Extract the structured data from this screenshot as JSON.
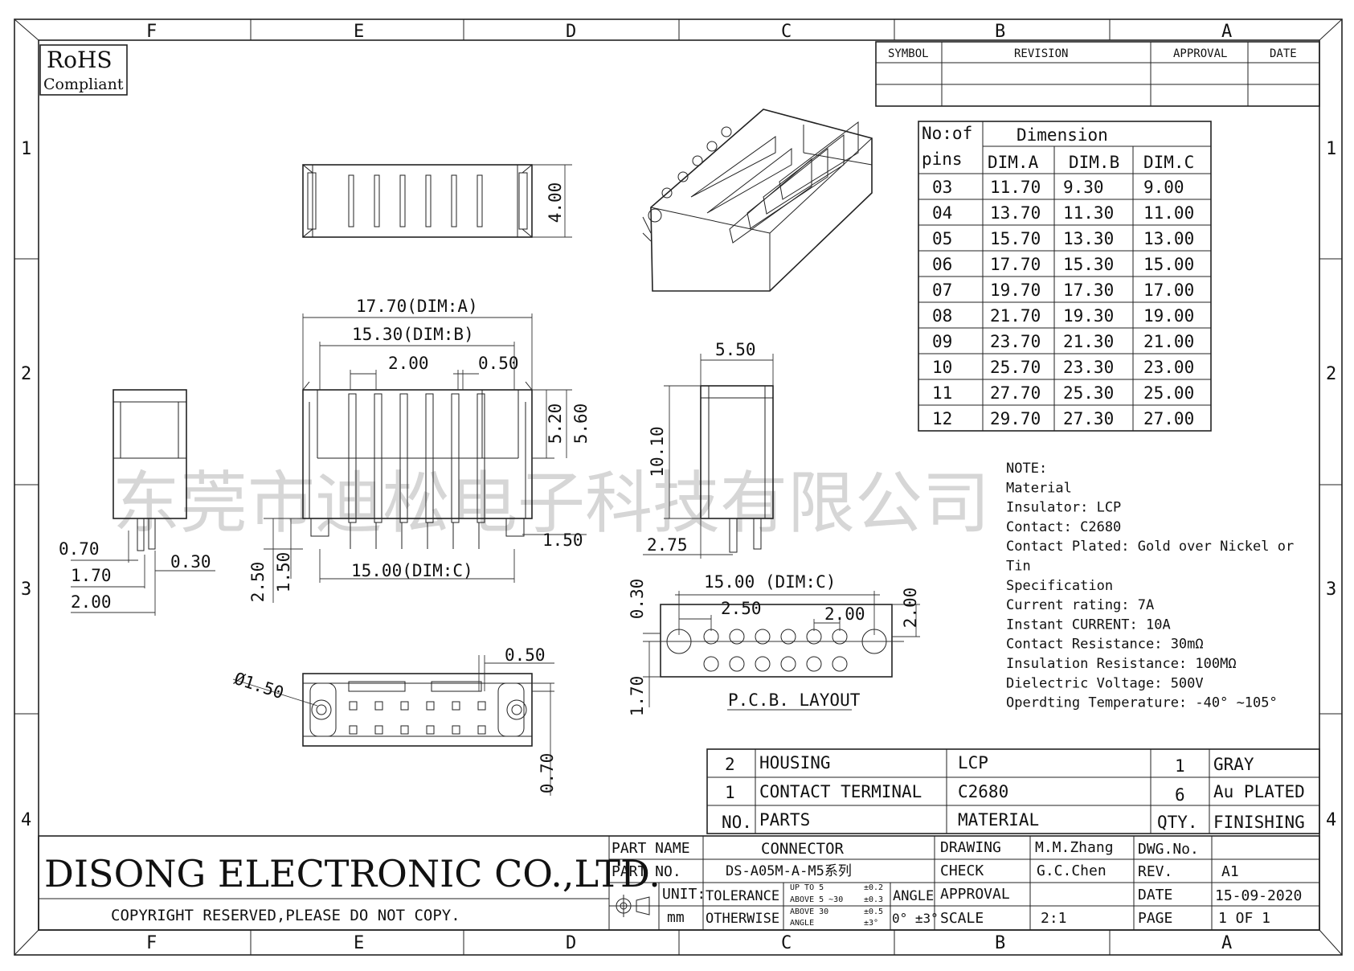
{
  "rohs": {
    "line1": "RoHS",
    "line2": "Compliant"
  },
  "columns": [
    "F",
    "E",
    "D",
    "C",
    "B",
    "A"
  ],
  "rows": [
    "1",
    "2",
    "3",
    "4"
  ],
  "revision_headers": [
    "SYMBOL",
    "REVISION",
    "APPROVAL",
    "DATE"
  ],
  "watermark": "东莞市迪松电子科技有限公司",
  "dimension_table": {
    "header_pins": [
      "No:of",
      "pins"
    ],
    "header_group": "Dimension",
    "columns": [
      "DIM.A",
      "DIM.B",
      "DIM.C"
    ],
    "rows": [
      {
        "pins": "03",
        "a": "11.70",
        "b": "9.30",
        "c": "9.00"
      },
      {
        "pins": "04",
        "a": "13.70",
        "b": "11.30",
        "c": "11.00"
      },
      {
        "pins": "05",
        "a": "15.70",
        "b": "13.30",
        "c": "13.00"
      },
      {
        "pins": "06",
        "a": "17.70",
        "b": "15.30",
        "c": "15.00"
      },
      {
        "pins": "07",
        "a": "19.70",
        "b": "17.30",
        "c": "17.00"
      },
      {
        "pins": "08",
        "a": "21.70",
        "b": "19.30",
        "c": "19.00"
      },
      {
        "pins": "09",
        "a": "23.70",
        "b": "21.30",
        "c": "21.00"
      },
      {
        "pins": "10",
        "a": "25.70",
        "b": "23.30",
        "c": "23.00"
      },
      {
        "pins": "11",
        "a": "27.70",
        "b": "25.30",
        "c": "25.00"
      },
      {
        "pins": "12",
        "a": "29.70",
        "b": "27.30",
        "c": "27.00"
      }
    ]
  },
  "dims": {
    "top_h": "4.00",
    "dim_a": "17.70(DIM:A)",
    "dim_b": "15.30(DIM:B)",
    "pitch": "2.00",
    "pin_w": "0.50",
    "h520": "5.20",
    "h560": "5.60",
    "side_070": "0.70",
    "side_030": "0.30",
    "side_170": "1.70",
    "side_200": "2.00",
    "front_150r": "1.50",
    "front_250": "2.50",
    "front_150": "1.50",
    "dim_c": "15.00(DIM:C)",
    "end_550": "5.50",
    "end_1010": "10.10",
    "end_275": "2.75",
    "bot_dia": "Ø1.50",
    "bot_050": "0.50",
    "bot_070": "0.70",
    "pcb_dimc": "15.00 (DIM:C)",
    "pcb_250": "2.50",
    "pcb_200": "2.00",
    "pcb_200v": "2.00",
    "pcb_030": "0.30",
    "pcb_170": "1.70",
    "pcb_caption": "P.C.B. LAYOUT"
  },
  "notes": [
    "NOTE:",
    "Material",
    "Insulator: LCP",
    "Contact: C2680",
    "Contact Plated: Gold over Nickel or",
    "Tin",
    "Specification",
    "Current rating: 7A",
    "Instant CURRENT: 10A",
    "Contact Resistance: 30mΩ",
    "Insulation Resistance: 100MΩ",
    "Dielectric Voltage: 500V",
    "Operdting Temperature: -40° ~105°"
  ],
  "bom": {
    "rows": [
      {
        "no": "2",
        "part": "HOUSING",
        "material": "LCP",
        "qty": "1",
        "finish": "GRAY"
      },
      {
        "no": "1",
        "part": "CONTACT TERMINAL",
        "material": "C2680",
        "qty": "6",
        "finish": "Au PLATED"
      }
    ],
    "header": {
      "no": "NO.",
      "part": "PARTS",
      "material": "MATERIAL",
      "qty": "QTY.",
      "finish": "FINISHING"
    }
  },
  "title_block": {
    "company": "DISONG ELECTRONIC CO.,LTD.",
    "copyright": "COPYRIGHT RESERVED,PLEASE DO NOT COPY.",
    "part_name_label": "PART NAME",
    "part_name": "CONNECTOR",
    "part_no_label": "PART NO.",
    "part_no": "DS-A05M-A-M5系列",
    "unit_label": "UNIT:",
    "unit": "mm",
    "tolerance": "TOLERANCE",
    "otherwise": "OTHERWISE",
    "tol1": "UP TO 5",
    "tol1v": "±0.2",
    "tol2": "ABOVE 5 ~30",
    "tol2v": "±0.3",
    "tol3": "ABOVE 30",
    "tol3v": "±0.5",
    "tol4": "ANGLE",
    "tol4v": "±3°",
    "angle_label": "ANGLE",
    "angle": "0° ±3°",
    "drawing_label": "DRAWING",
    "drawing": "M.M.Zhang",
    "check_label": "CHECK",
    "check": "G.C.Chen",
    "approval_label": "APPROVAL",
    "scale_label": "SCALE",
    "scale": "2:1",
    "dwg_no_label": "DWG.No.",
    "dwg_no": "",
    "rev_label": "REV.",
    "rev": "A1",
    "date_label": "DATE",
    "date": "15-09-2020",
    "page_label": "PAGE",
    "page": "1 OF 1"
  }
}
